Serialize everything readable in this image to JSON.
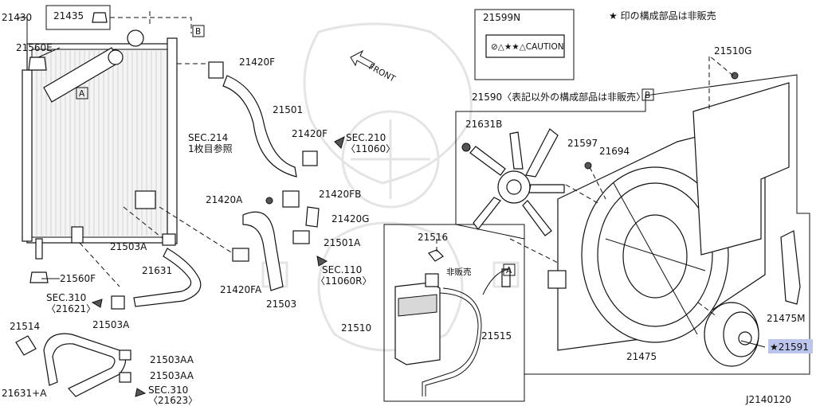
{
  "note": "★ 印の構成部品は非販売",
  "diagram_id": "J2140120",
  "front_label": "FRONT",
  "caution_label": {
    "part": "21599N",
    "text": "⊘△★★△CAUTION"
  },
  "callouts": {
    "a": "A",
    "b": "B"
  },
  "parts": {
    "p21430": "21430",
    "p21435": "21435",
    "p21560E": "21560E",
    "p21560F": "21560F",
    "sec214_line1": "SEC.214",
    "sec214_line2": "1枚目参照",
    "p21420F_top": "21420F",
    "p21501": "21501",
    "p21420F_mid": "21420F",
    "sec210_line1": "SEC.210",
    "sec210_line2": "〈11060〉",
    "p21420A": "21420A",
    "p21420FB": "21420FB",
    "p21420G": "21420G",
    "p21501A": "21501A",
    "sec110_line1": "SEC.110",
    "sec110_line2": "〈11060R〉",
    "p21420FA": "21420FA",
    "p21503": "21503",
    "p21503A_top": "21503A",
    "p21631": "21631",
    "sec310a_line1": "SEC.310",
    "sec310a_line2": "〈21621〉",
    "p21503A_bot": "21503A",
    "p21514": "21514",
    "p21503AA_1": "21503AA",
    "p21503AA_2": "21503AA",
    "p21631A": "21631+A",
    "sec310b_line1": "SEC.310",
    "sec310b_line2": "〈21623〉",
    "p21516": "21516",
    "p21510": "21510",
    "hihanbai": "非販売",
    "p21515": "21515",
    "p21590": "21590〈表記以外の構成部品は非販売〉",
    "p21631B": "21631B",
    "p21597": "21597",
    "p21694": "21694",
    "p21510G": "21510G",
    "p21475M": "21475M",
    "p21475": "21475",
    "p21591": "★21591"
  },
  "colors": {
    "highlight": "#bcc6ec",
    "line": "#111111",
    "watermark": "#e4e4e4"
  }
}
